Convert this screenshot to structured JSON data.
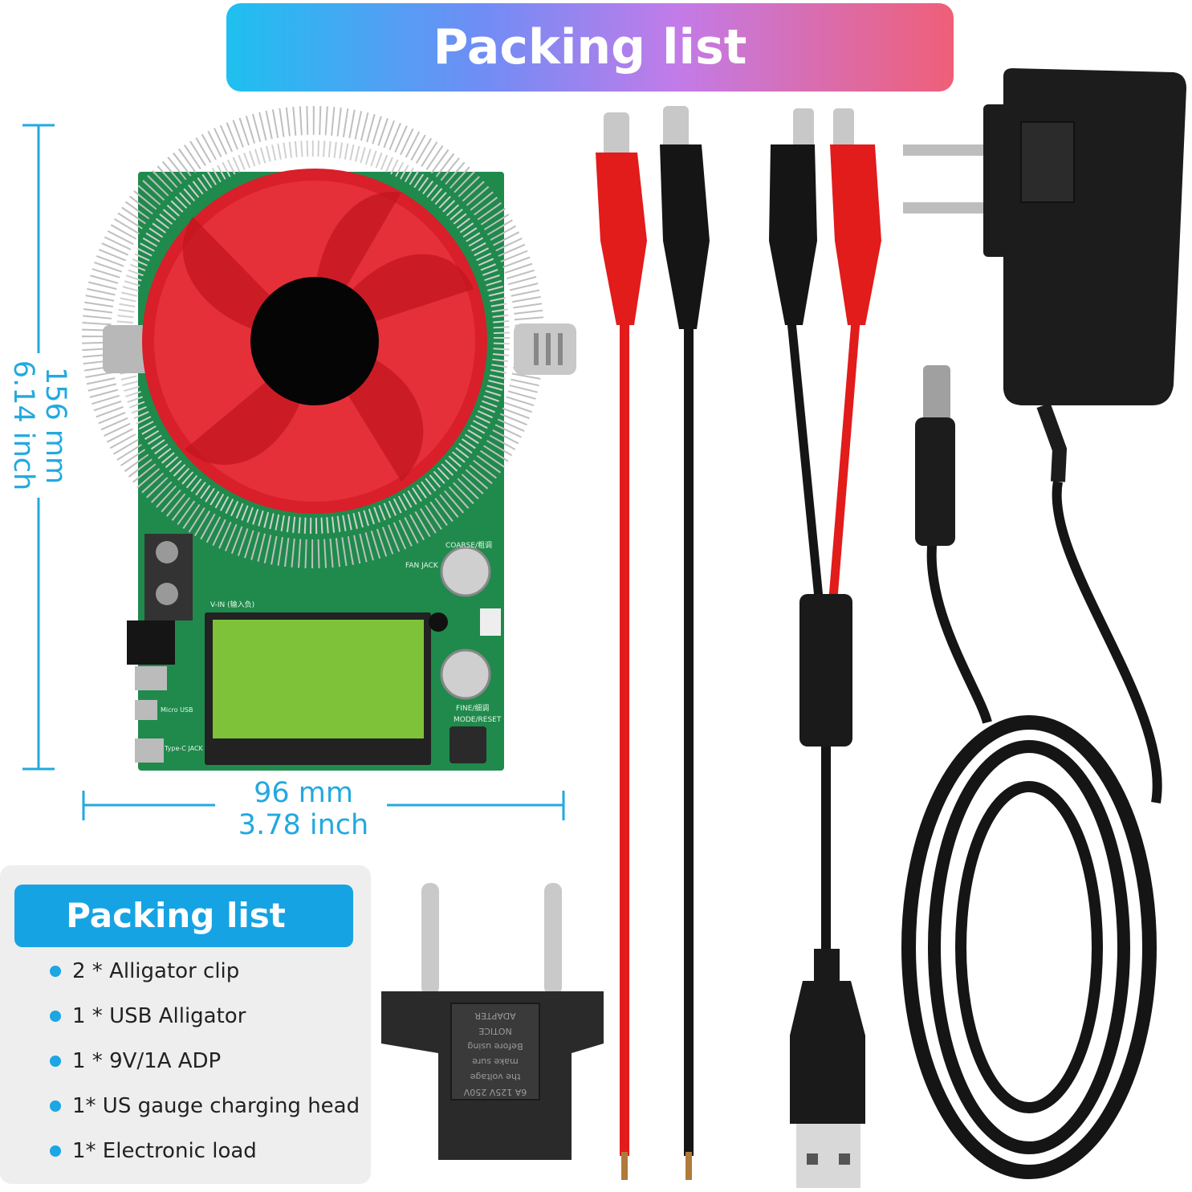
{
  "banner": {
    "title": "Packing list"
  },
  "dimensions": {
    "height_mm": "156 mm",
    "height_inch": "6.14 inch",
    "width_mm": "96 mm",
    "width_inch": "3.78 inch"
  },
  "packing_panel": {
    "title": "Packing list",
    "items": [
      "2 * Alligator clip",
      "1 * USB Alligator",
      "1 * 9V/1A ADP",
      "1* US gauge charging head",
      "1* Electronic load"
    ]
  },
  "board_labels": {
    "v_in": "V-IN (输入负)",
    "coarse": "COARSE/粗调",
    "fan_jack": "FAN JACK",
    "fine": "FINE/细调",
    "mode_reset": "MODE/RESET",
    "micro_usb": "Micro USB",
    "type_c": "Type-C JACK"
  },
  "plug_adapter_text": {
    "rating": "6A 125V 250V",
    "line1": "the voltage",
    "line2": "make sure",
    "line3": "Before using",
    "line4": "NOTICE",
    "line5": "ADAPTER"
  },
  "colors": {
    "accent": "#16a3e3",
    "dim": "#22a9e0"
  }
}
